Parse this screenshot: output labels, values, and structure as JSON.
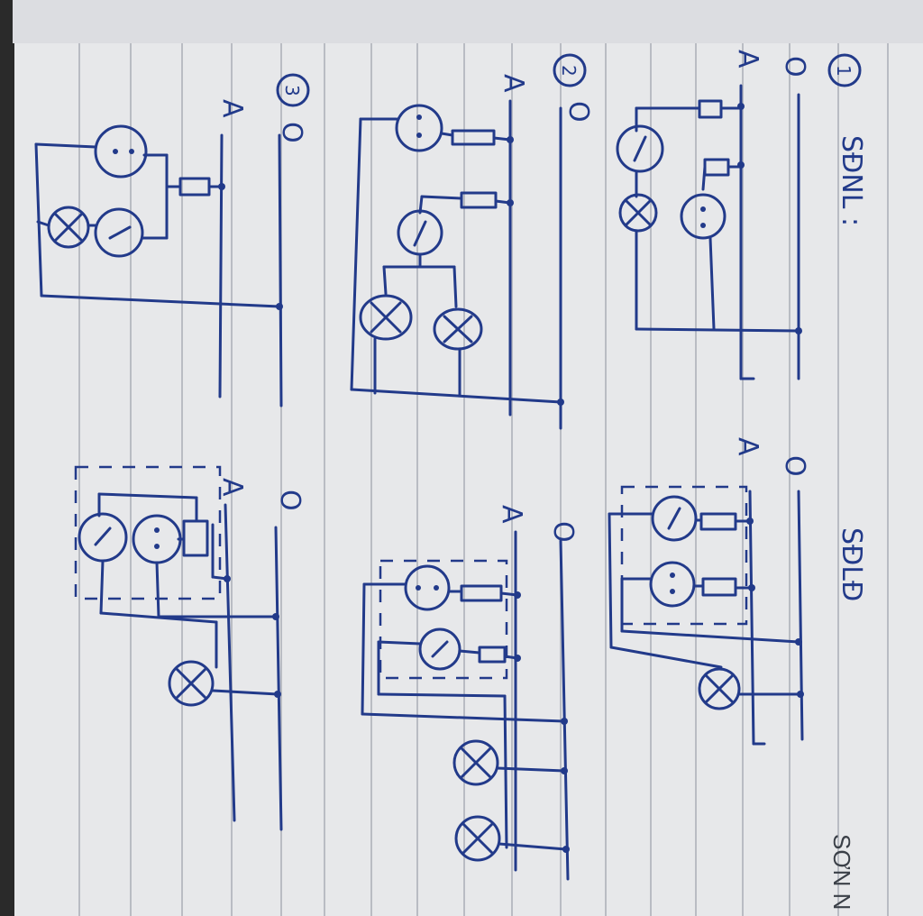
{
  "page": {
    "heading_left": "SĐNL :",
    "heading_right": "SĐLĐ",
    "footer_brand": "SƠN N"
  },
  "marks": {
    "circle1": "1",
    "circle2": "2",
    "circle3": "3",
    "O": "O",
    "A": "A"
  },
  "colors": {
    "paper": "#e7e8ea",
    "ruling": "#b9bcc3",
    "ink": "#223a8a",
    "shadow": "#2a2a2a"
  }
}
